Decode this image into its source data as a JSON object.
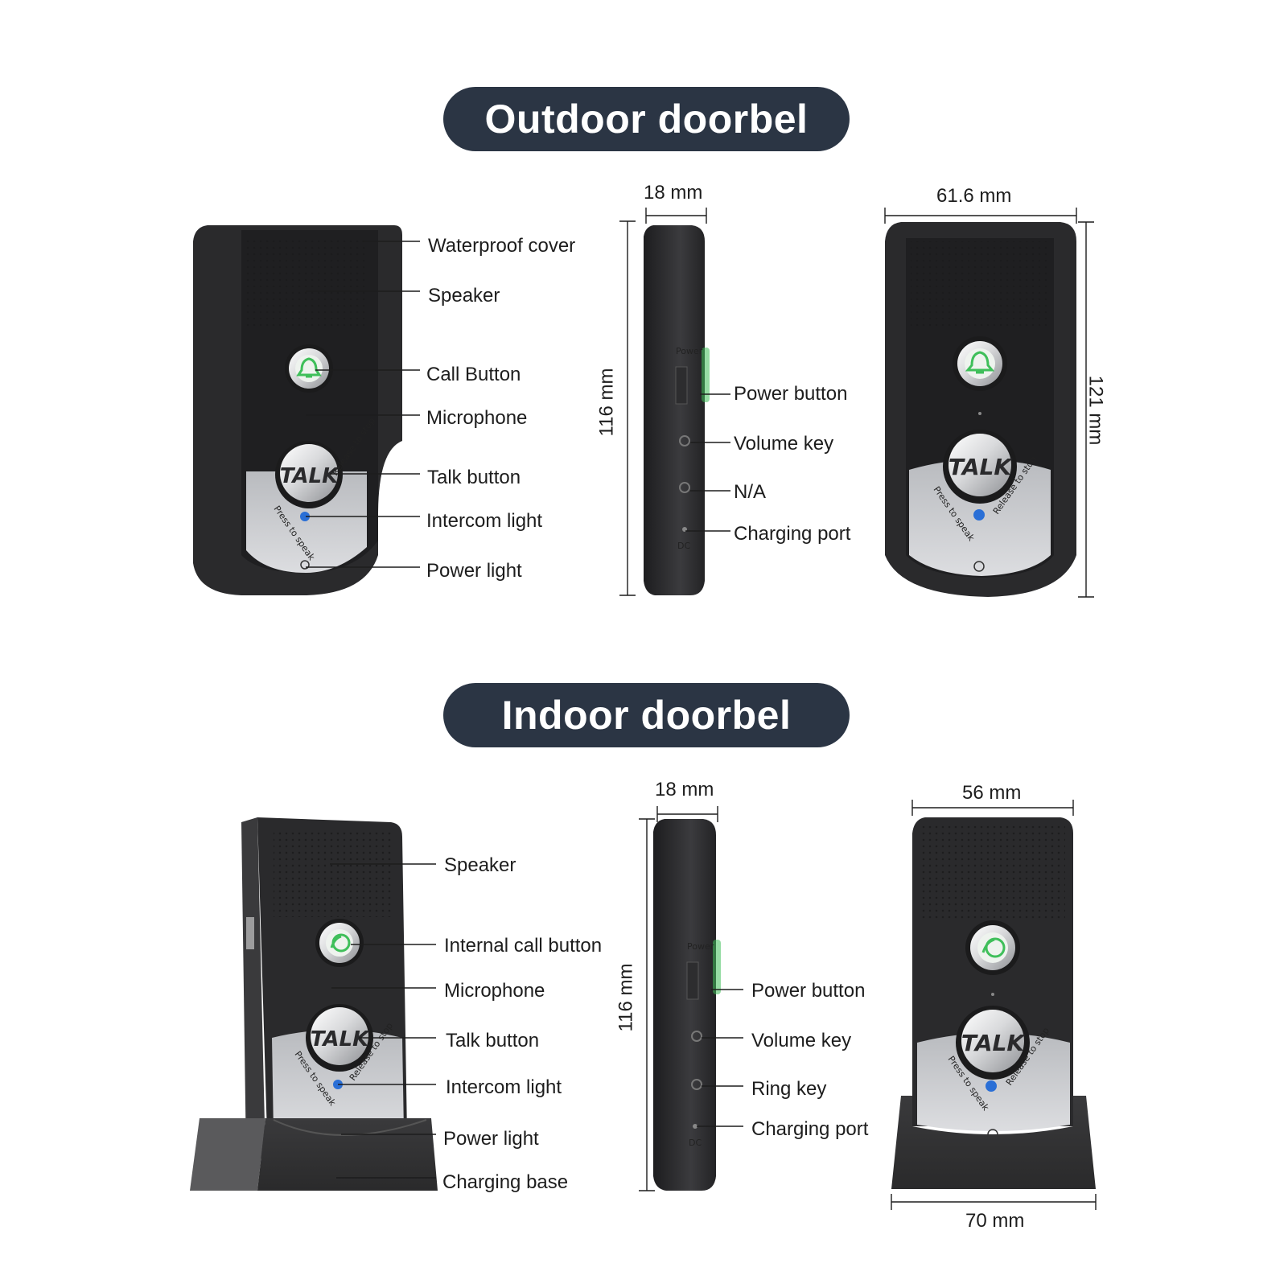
{
  "sections": {
    "outdoor": {
      "title": "Outdoor doorbel"
    },
    "indoor": {
      "title": "Indoor doorbel"
    }
  },
  "outdoor": {
    "front_labels": [
      "Waterproof cover",
      "Speaker",
      "Call Button",
      "Microphone",
      "Talk button",
      "Intercom light",
      "Power light"
    ],
    "side_labels": [
      "Power button",
      "Volume key",
      "N/A",
      "Charging port"
    ],
    "dims": {
      "side_width": "18 mm",
      "height": "116 mm",
      "front_width": "61.6 mm",
      "front_height": "121 mm"
    }
  },
  "indoor": {
    "front_labels": [
      "Speaker",
      "Internal call button",
      "Microphone",
      "Talk button",
      "Intercom light",
      "Power light",
      "Charging base"
    ],
    "side_labels": [
      "Power button",
      "Volume key",
      "Ring key",
      "Charging port"
    ],
    "dims": {
      "side_width": "18 mm",
      "height": "116 mm",
      "front_width": "56 mm",
      "base_width": "70 mm"
    }
  },
  "device_text": {
    "talk": "TALK",
    "press": "Press to speak",
    "release": "Release to stop",
    "power": "Power",
    "dc": "DC"
  },
  "icons": {
    "call": "bell-icon",
    "internal_call": "phone-icon",
    "intercom_light": "led-light-icon"
  },
  "colors": {
    "banner": "#2b3544",
    "device_body": "#2a2a2c",
    "panel": "#c8cacd",
    "call_glow": "#3fbf5a",
    "intercom": "#2a6fd6"
  }
}
